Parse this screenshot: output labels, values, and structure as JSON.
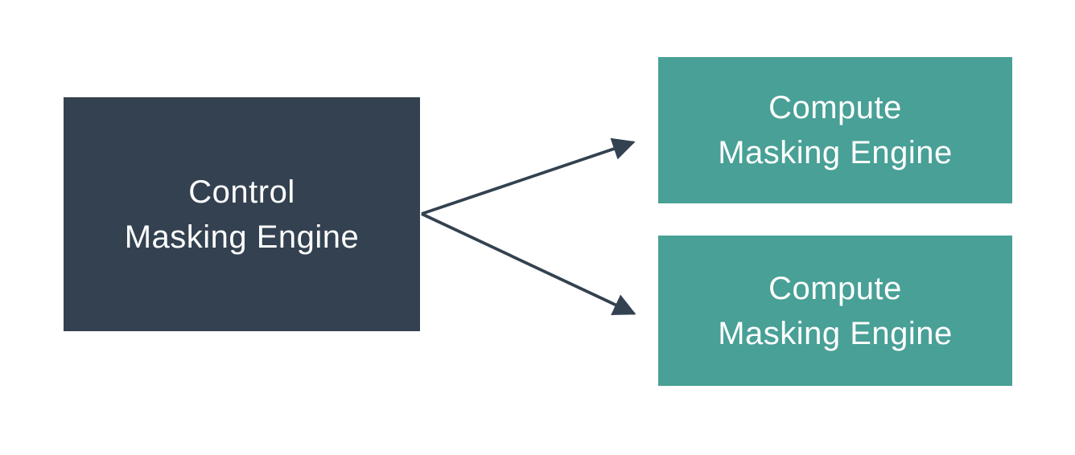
{
  "diagram": {
    "background": "#FFFFFF",
    "nodes": [
      {
        "id": "control-masking-engine",
        "lines": [
          "Control",
          "Masking Engine"
        ],
        "fill": "#334150",
        "text_color": "#FFFFFF"
      },
      {
        "id": "compute-masking-engine-1",
        "lines": [
          "Compute",
          "Masking Engine"
        ],
        "fill": "#48A096",
        "text_color": "#FFFFFF"
      },
      {
        "id": "compute-masking-engine-2",
        "lines": [
          "Compute",
          "Masking Engine"
        ],
        "fill": "#48A096",
        "text_color": "#FFFFFF"
      }
    ],
    "edges": [
      {
        "from": "control-masking-engine",
        "to": "compute-masking-engine-1",
        "color": "#334150"
      },
      {
        "from": "control-masking-engine",
        "to": "compute-masking-engine-2",
        "color": "#334150"
      }
    ]
  }
}
